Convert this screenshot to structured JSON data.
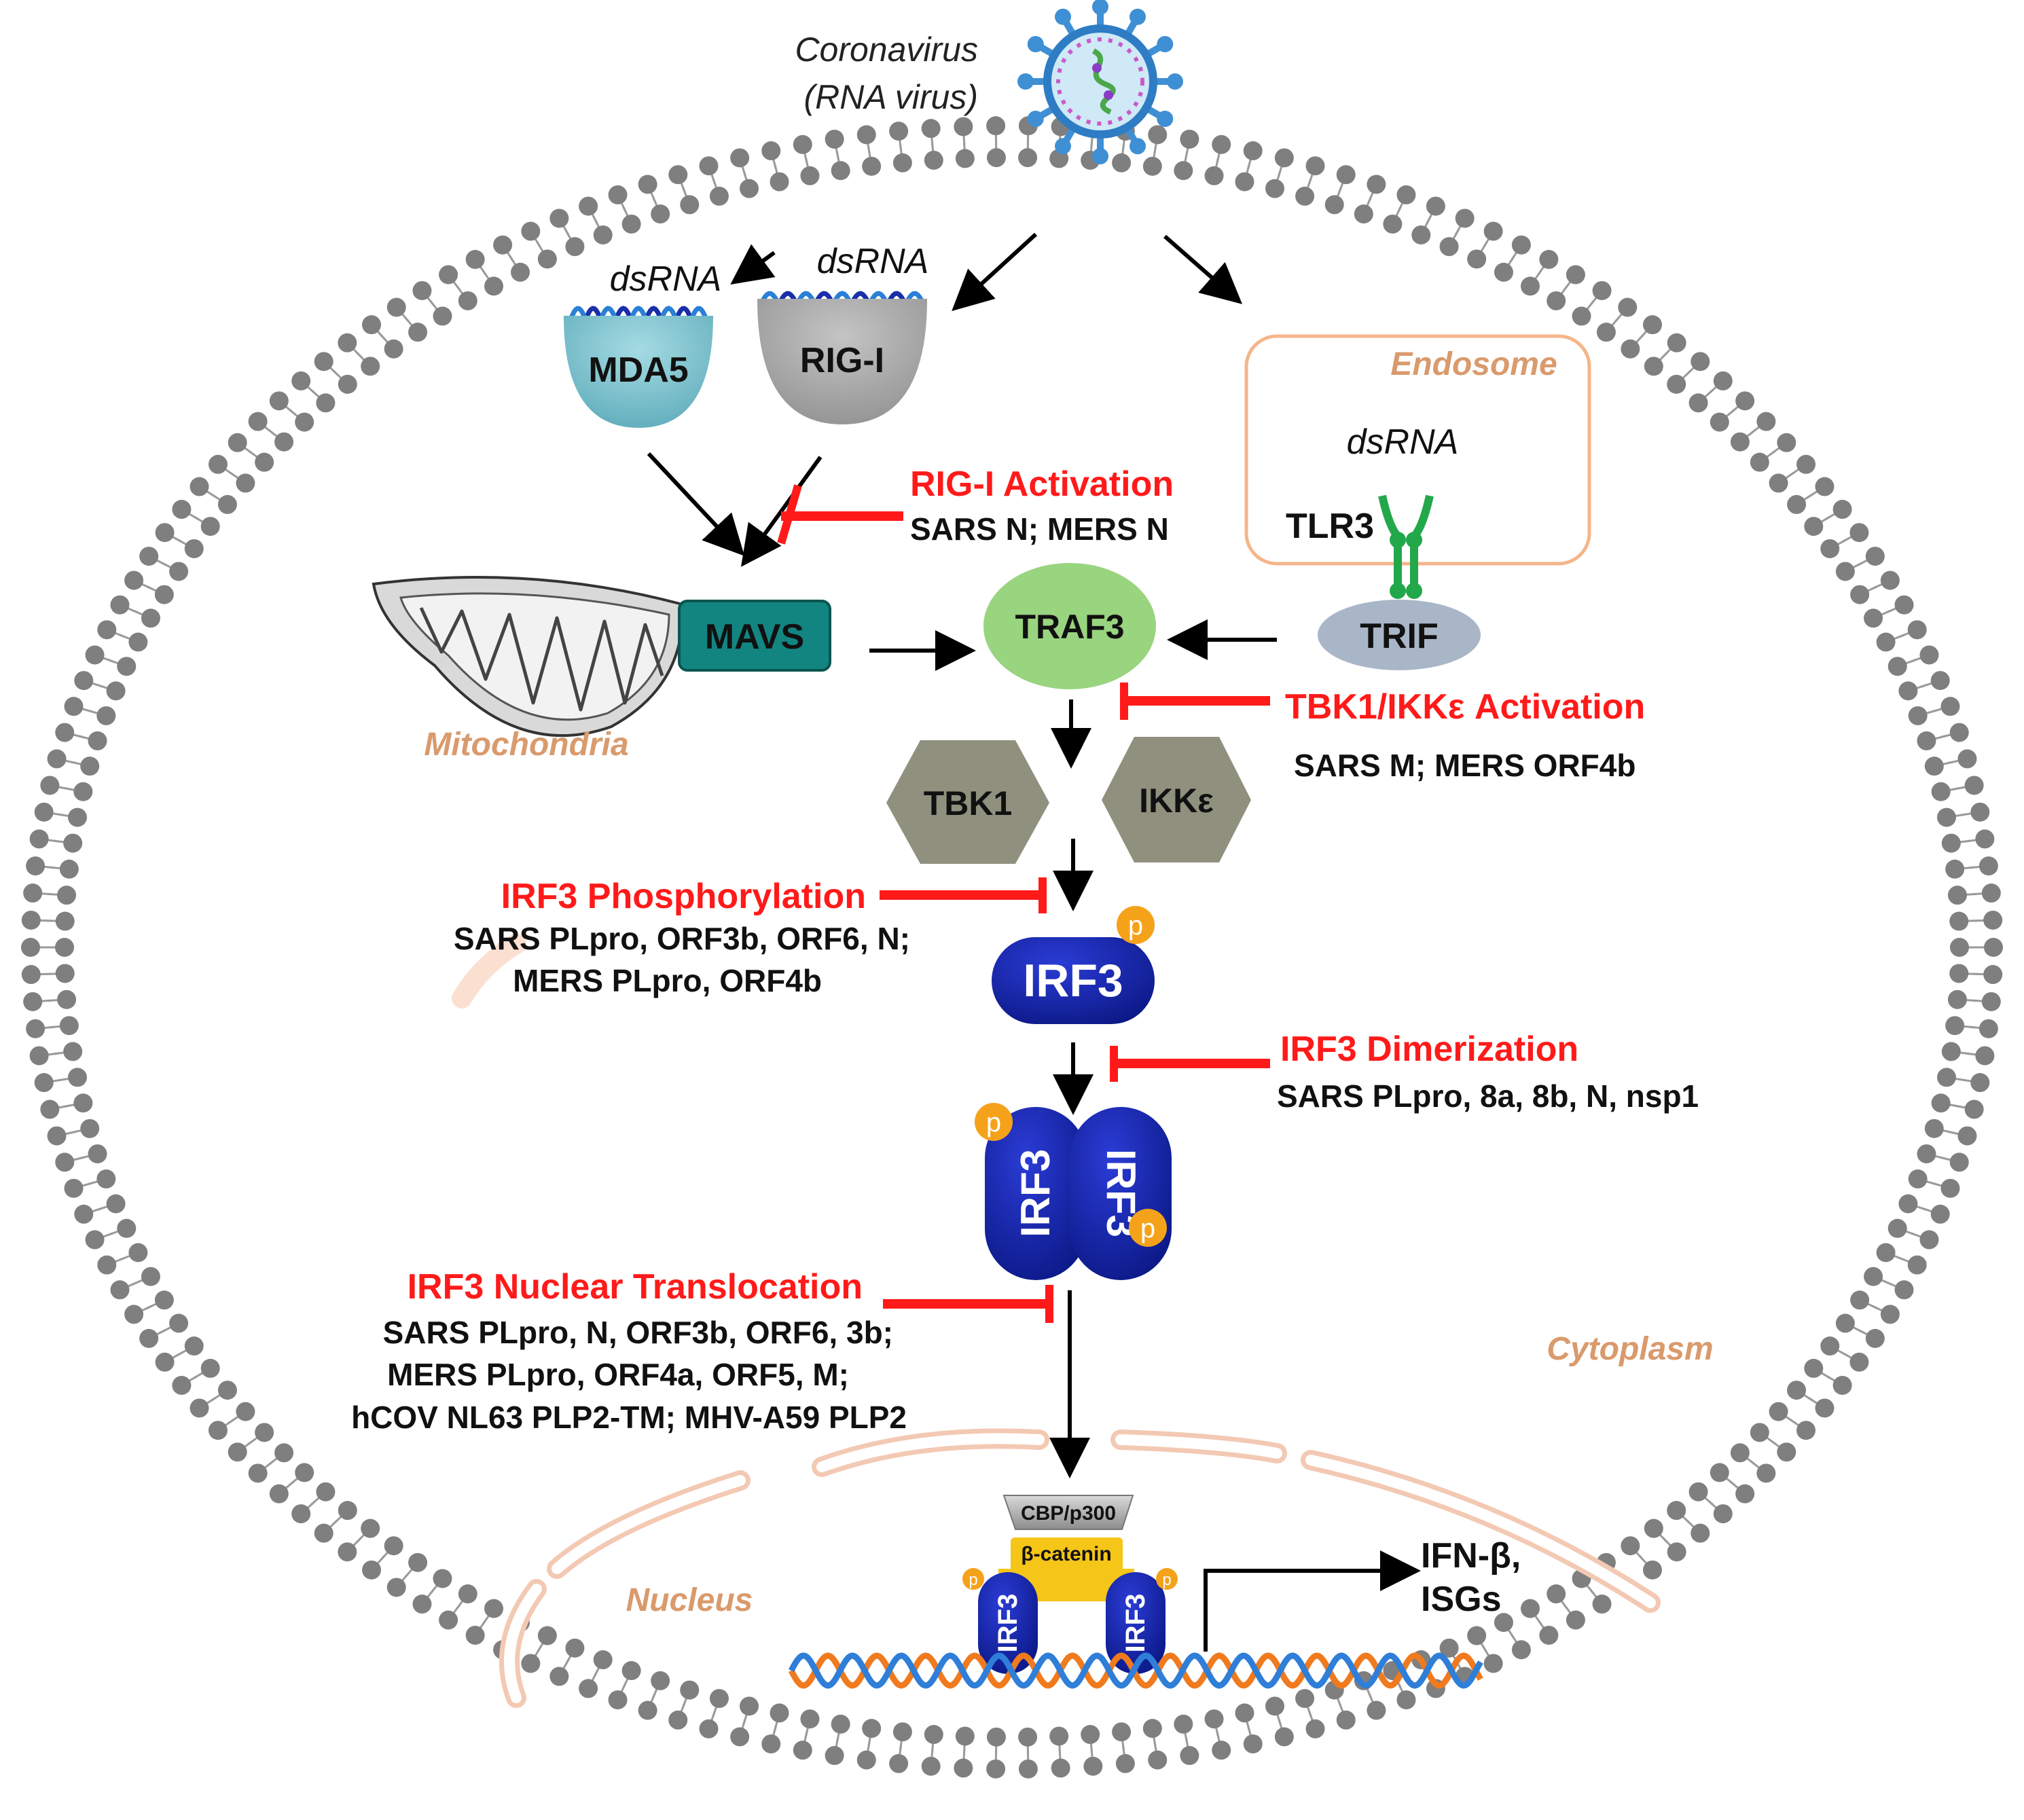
{
  "virus": {
    "line1": "Coronavirus",
    "line2": "(RNA virus)"
  },
  "receptors": {
    "dsrna_mda5": "dsRNA",
    "dsrna_rigi": "dsRNA",
    "dsrna_tlr3": "dsRNA",
    "mda5": "MDA5",
    "rigi": "RIG-I",
    "tlr3": "TLR3",
    "trif": "TRIF",
    "endosome": "Endosome"
  },
  "pathway": {
    "mavs": "MAVS",
    "mitochondria": "Mitochondria",
    "traf3": "TRAF3",
    "tbk1": "TBK1",
    "ikke": "IKKε",
    "irf3": "IRF3",
    "phospho": "p",
    "cbp": "CBP/p300",
    "bcatenin": "β-catenin",
    "output_line1": "IFN-β,",
    "output_line2": "ISGs"
  },
  "compartments": {
    "cytoplasm": "Cytoplasm",
    "nucleus": "Nucleus"
  },
  "inhibitions": {
    "rigi_activation": {
      "title": "RIG-I Activation",
      "lines": [
        "SARS N; MERS N"
      ]
    },
    "tbk1_activation": {
      "title": "TBK1/IKKε Activation",
      "lines": [
        "SARS M; MERS ORF4b"
      ]
    },
    "irf3_phosphorylation": {
      "title": "IRF3 Phosphorylation",
      "lines": [
        "SARS PLpro, ORF3b, ORF6, N;",
        "MERS PLpro, ORF4b"
      ]
    },
    "irf3_dimerization": {
      "title": "IRF3 Dimerization",
      "lines": [
        "SARS PLpro, 8a, 8b, N, nsp1"
      ]
    },
    "irf3_translocation": {
      "title": "IRF3 Nuclear Translocation",
      "lines": [
        "SARS PLpro, N, ORF3b, ORF6, 3b;",
        "MERS PLpro, ORF4a, ORF5, M;",
        "hCOV NL63 PLP2-TM; MHV-A59 PLP2"
      ]
    }
  },
  "colors": {
    "inhibition": "#ff1a1a",
    "compartment_text": "#d99a6c",
    "irf3": "#0a1a9e",
    "phospho": "#f5a21b",
    "mavs": "#138580",
    "traf3": "#99d47f",
    "kinase": "#8f907e",
    "mda5": "#79c3cf",
    "rigi": "#a5a5a5",
    "trif": "#a9b6c8",
    "tlr3": "#22a84a",
    "membrane": "#8a8a8a"
  }
}
